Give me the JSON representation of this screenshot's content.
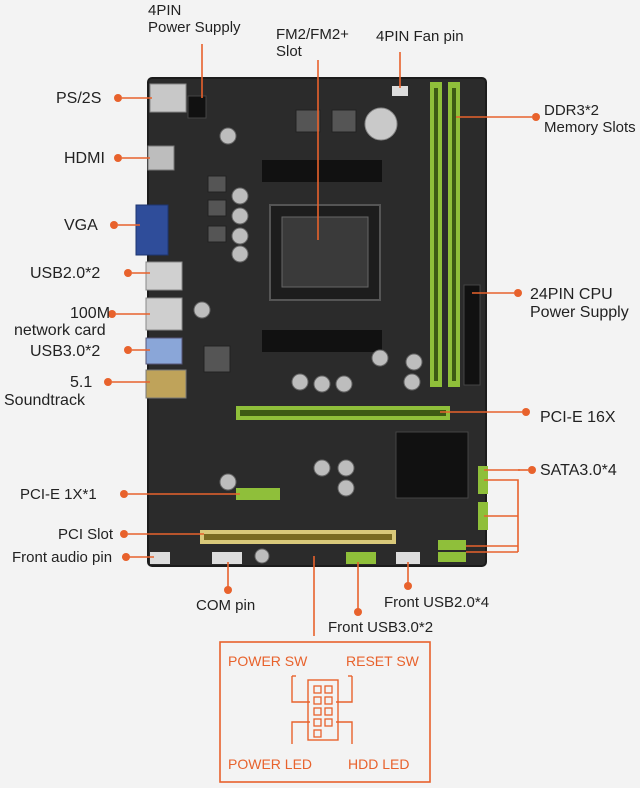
{
  "colors": {
    "accent": "#e8622c",
    "board": "#2b2b2b",
    "board_edge": "#1c1c1c",
    "slot_green": "#8fbf3a",
    "slot_yellow": "#c9a227",
    "text": "#222222",
    "background": "#f3f3f3"
  },
  "labels": {
    "ps2": "PS/2S",
    "hdmi": "HDMI",
    "vga": "VGA",
    "usb20x2": "USB2.0*2",
    "network_1": "100M",
    "network_2": "network card",
    "usb30x2": "USB3.0*2",
    "sound_1": "5.1",
    "sound_2": "Soundtrack",
    "pcie1x": "PCI-E 1X*1",
    "pci_slot": "PCI Slot",
    "front_audio": "Front audio pin",
    "com_pin": "COM pin",
    "power_4pin_1": "4PIN",
    "power_4pin_2": "Power Supply",
    "fm2_1": "FM2/FM2+",
    "fm2_2": "Slot",
    "fan_pin": "4PIN Fan pin",
    "ddr3_1": "DDR3*2",
    "ddr3_2": "Memory Slots",
    "cpu_24pin_1": "24PIN CPU",
    "cpu_24pin_2": "Power Supply",
    "pcie16x": "PCI-E 16X",
    "sata": "SATA3.0*4",
    "front_usb20": "Front USB2.0*4",
    "front_usb30": "Front USB3.0*2"
  },
  "header_diagram": {
    "power_sw": "POWER SW",
    "reset_sw": "RESET SW",
    "power_led": "POWER LED",
    "hdd_led": "HDD  LED"
  }
}
